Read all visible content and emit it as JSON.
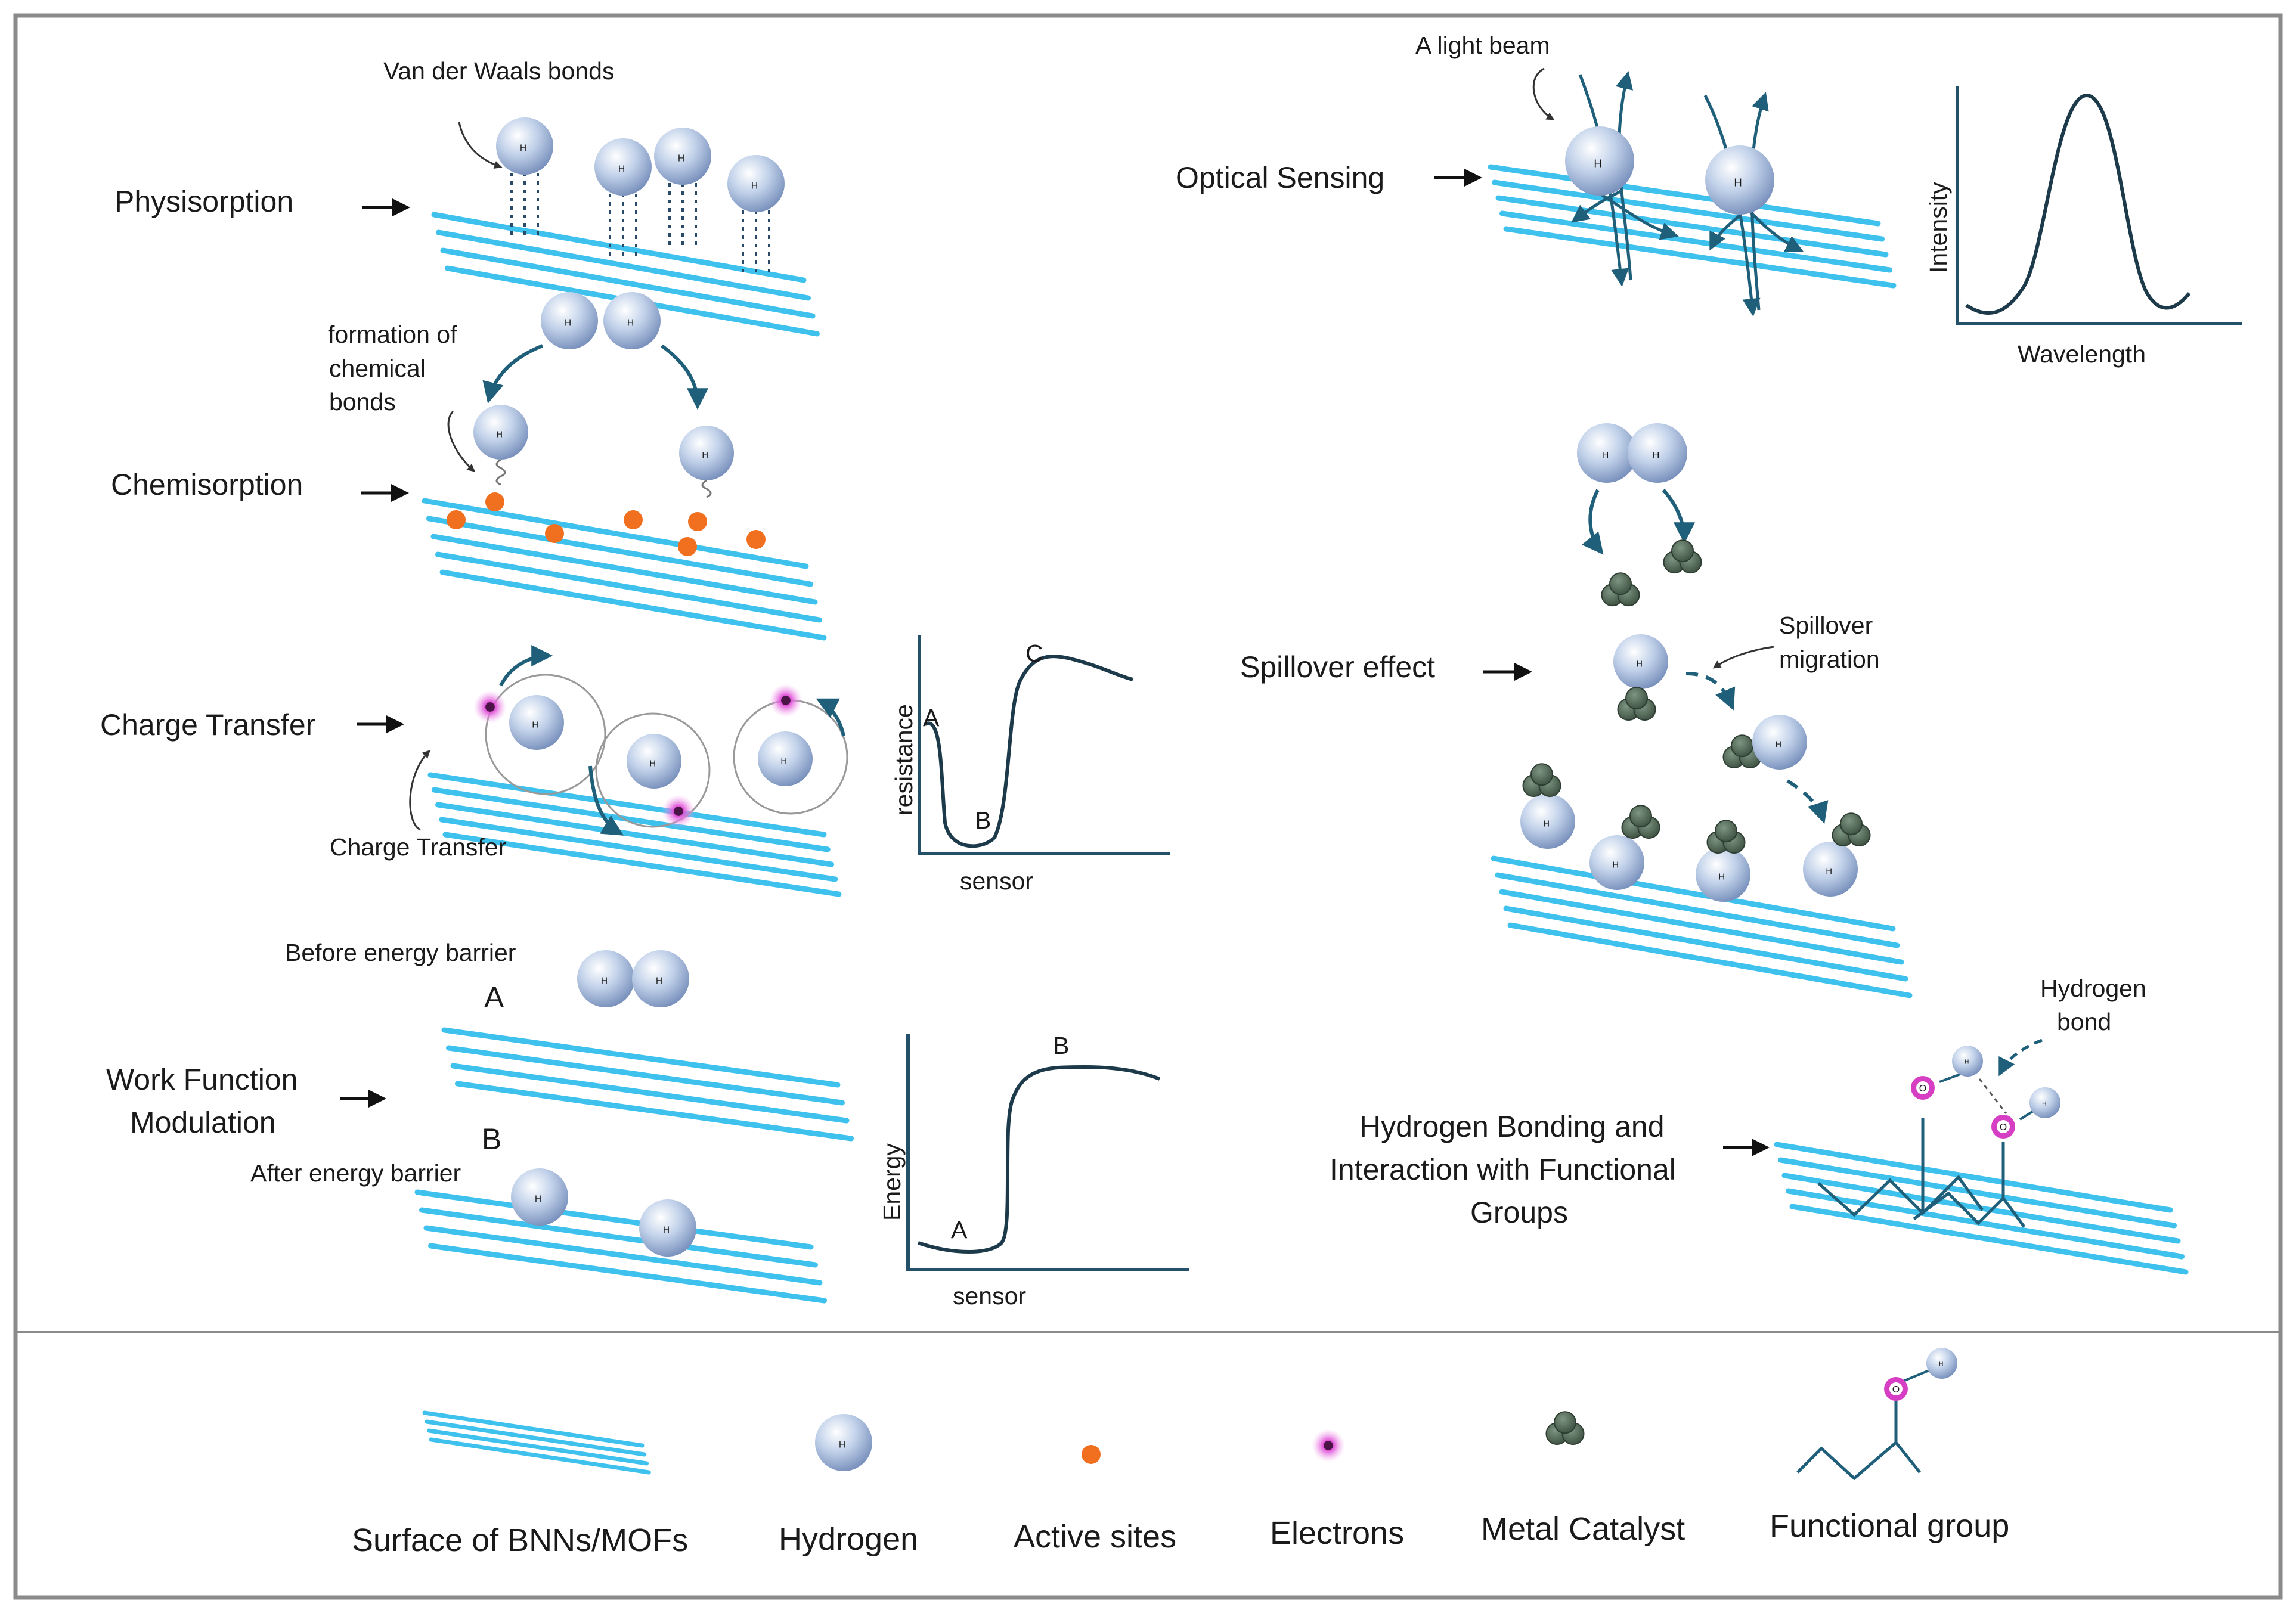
{
  "colors": {
    "surface": "#3fc1ee",
    "arrow": "#1f5f7a",
    "active_site": "#f07020",
    "electron": "#e050d8",
    "catalyst": "#4e6552",
    "functional_o": "#d63fc4",
    "hydrogen": "#a9bedf",
    "frame": "#8a8a8a"
  },
  "icons": {
    "surface": "surface-lines-icon",
    "hydrogen": "hydrogen-sphere-icon",
    "active_site": "orange-dot-icon",
    "electron": "electron-glow-icon",
    "catalyst": "metal-cluster-icon",
    "functional_group": "functional-group-icon"
  },
  "atom_label": "H",
  "functional_atom": "O",
  "physisorption": {
    "title": "Physisorption",
    "callout": "Van der Waals bonds"
  },
  "chemisorption": {
    "title": "Chemisorption",
    "callout": [
      "formation of",
      "chemical",
      "bonds"
    ]
  },
  "charge_transfer": {
    "title": "Charge Transfer",
    "callout": "Charge Transfer",
    "graph": {
      "ylabel": "resistance",
      "xlabel": "sensor",
      "points": [
        "A",
        "B",
        "C"
      ]
    }
  },
  "work_function": {
    "title": [
      "Work Function",
      "Modulation"
    ],
    "state_a_letter": "A",
    "state_a_caption": "Before energy barrier",
    "state_b_letter": "B",
    "state_b_caption": "After energy barrier",
    "graph": {
      "ylabel": "Energy",
      "xlabel": "sensor",
      "points": [
        "A",
        "B"
      ]
    }
  },
  "optical": {
    "title": "Optical Sensing",
    "callout": "A light beam",
    "graph": {
      "ylabel": "Intensity",
      "xlabel": "Wavelength"
    }
  },
  "spillover": {
    "title": "Spillover effect",
    "callout": [
      "Spillover",
      "migration"
    ]
  },
  "hydrogen_bonding": {
    "title": [
      "Hydrogen Bonding and",
      "Interaction with Functional",
      "Groups"
    ],
    "callout": [
      "Hydrogen",
      "bond"
    ]
  },
  "legend": {
    "surface": "Surface of BNNs/MOFs",
    "hydrogen": "Hydrogen",
    "active_sites": "Active sites",
    "electrons": "Electrons",
    "catalyst": "Metal Catalyst",
    "functional_group": "Functional group"
  }
}
